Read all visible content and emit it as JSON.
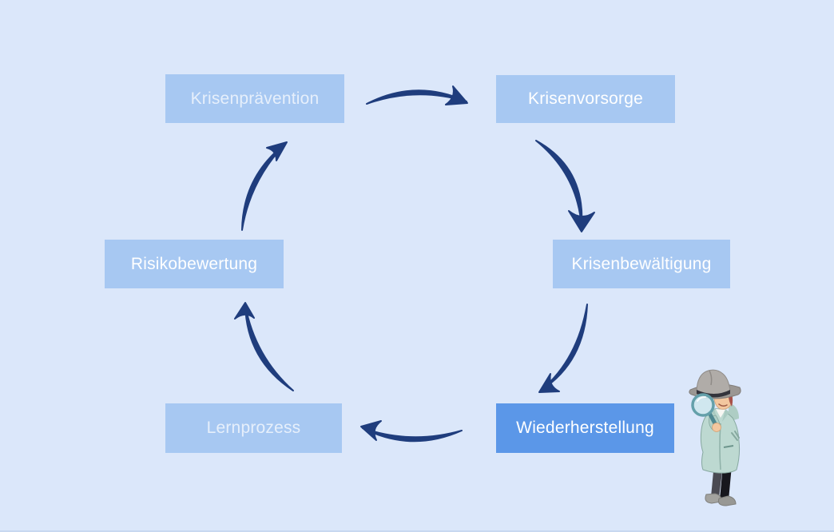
{
  "colors": {
    "background": "#dbe7fa",
    "node_fill": "#a7c8f2",
    "node_fill_active": "#5b97e8",
    "node_text": "#ffffff",
    "arrow": "#1f3d7d",
    "bottom_edge": "#c8d8f0"
  },
  "diagram": {
    "type": "cycle",
    "nodes": [
      {
        "id": "krisenpraevention",
        "label": "Krisenprävention",
        "state": "dimmed-text"
      },
      {
        "id": "krisenvorsorge",
        "label": "Krisenvorsorge",
        "state": "normal"
      },
      {
        "id": "krisenbewaeltigung",
        "label": "Krisenbewältigung",
        "state": "normal"
      },
      {
        "id": "wiederherstellung",
        "label": "Wiederherstellung",
        "state": "highlighted"
      },
      {
        "id": "lernprozess",
        "label": "Lernprozess",
        "state": "dimmed-text"
      },
      {
        "id": "risikobewertung",
        "label": "Risikobewertung",
        "state": "normal"
      }
    ],
    "arrows": [
      {
        "from": "krisenpraevention",
        "to": "krisenvorsorge"
      },
      {
        "from": "krisenvorsorge",
        "to": "krisenbewaeltigung"
      },
      {
        "from": "krisenbewaeltigung",
        "to": "wiederherstellung"
      },
      {
        "from": "wiederherstellung",
        "to": "lernprozess"
      },
      {
        "from": "lernprozess",
        "to": "risikobewertung"
      },
      {
        "from": "risikobewertung",
        "to": "krisenpraevention"
      }
    ]
  },
  "illustration": {
    "name": "detective-with-magnifying-glass"
  }
}
